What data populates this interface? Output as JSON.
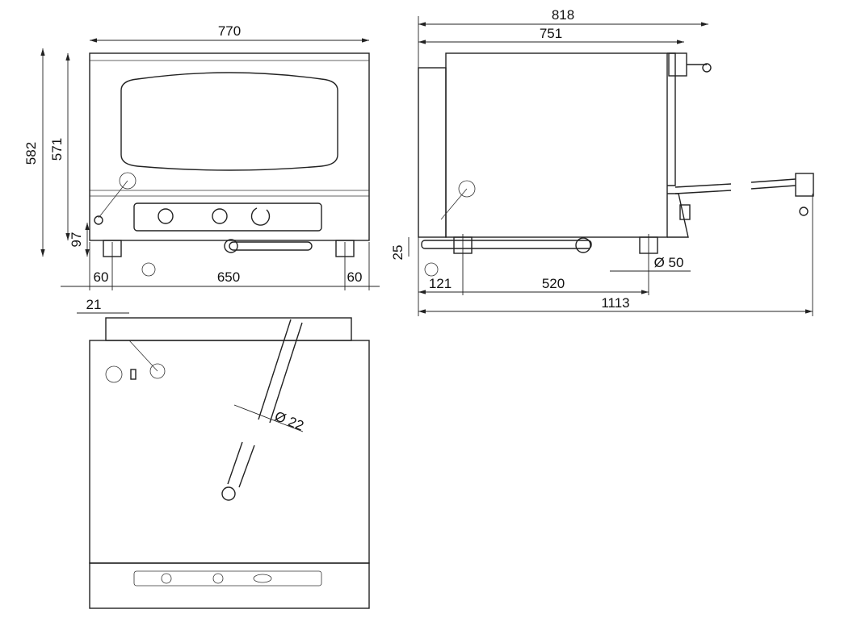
{
  "front_view": {
    "width": "770",
    "height_total": "582",
    "height_body": "571",
    "foot_height": "97",
    "foot_offset_left": "60",
    "foot_spacing": "650",
    "foot_offset_right": "60"
  },
  "side_view": {
    "depth_total": "818",
    "depth_body": "751",
    "foot_height": "25",
    "foot_diameter": "Ø 50",
    "foot_offset": "121",
    "foot_spacing": "520",
    "depth_door_open": "1113"
  },
  "top_view": {
    "offset": "21",
    "pipe_diameter": "Ø 22"
  }
}
